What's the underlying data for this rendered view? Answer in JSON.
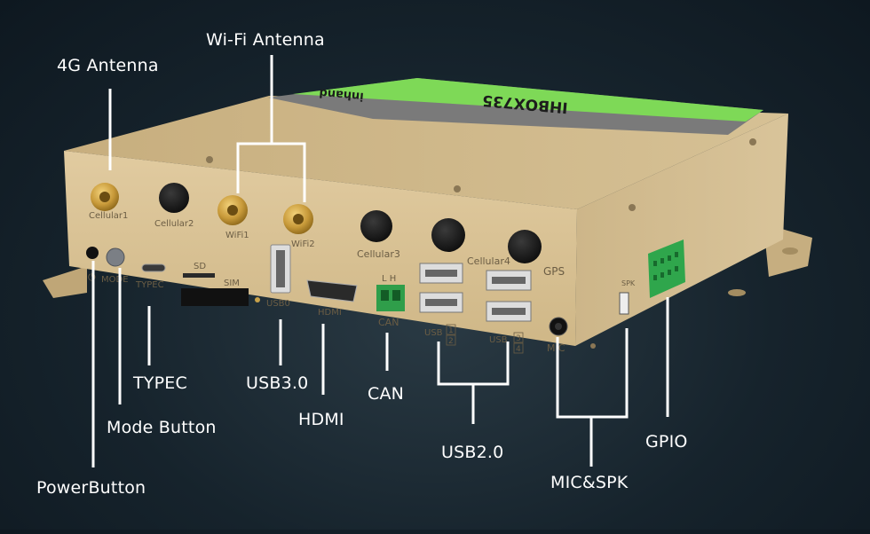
{
  "device": {
    "top_label": "ІНВОХ735",
    "brand": "inhand",
    "silkscreen": {
      "cellular1": "Cellular1",
      "cellular2": "Cellular2",
      "wifi1": "WiFi1",
      "wifi2": "WiFi2",
      "cellular3": "Cellular3",
      "cellular4": "Cellular4",
      "gps": "GPS",
      "mode": "MODE",
      "typec": "TYPEC",
      "sd": "SD",
      "sim": "SIM",
      "usb0": "USB0",
      "hdmi": "HDMI",
      "can_lh": "L H",
      "can": "CAN",
      "usb_a": "USB",
      "usb_a_nums": [
        "1",
        "2"
      ],
      "usb_b": "USB",
      "usb_b_nums": [
        "3",
        "4"
      ],
      "mic": "MIC",
      "spk": "SPK",
      "power_symbol": "⏻"
    }
  },
  "callouts": {
    "antenna_4g": "4G Antenna",
    "wifi_antenna": "Wi-Fi Antenna",
    "typec": "TYPEC",
    "usb30": "USB3.0",
    "can": "CAN",
    "hdmi": "HDMI",
    "mode_button": "Mode Button",
    "usb20": "USB2.0",
    "gpio": "GPIO",
    "mic_spk": "MIC&SPK",
    "power_button": "PowerButton"
  },
  "colors": {
    "chassis_front": "#d9c296",
    "chassis_top": "#c9b183",
    "chassis_side": "#cdb58a",
    "label_green": "#7ed957",
    "label_gray": "#7e7e7e",
    "connector_gold": "#c89a3a",
    "terminal_green": "#2f9e4a",
    "callout_line": "#ffffff"
  }
}
